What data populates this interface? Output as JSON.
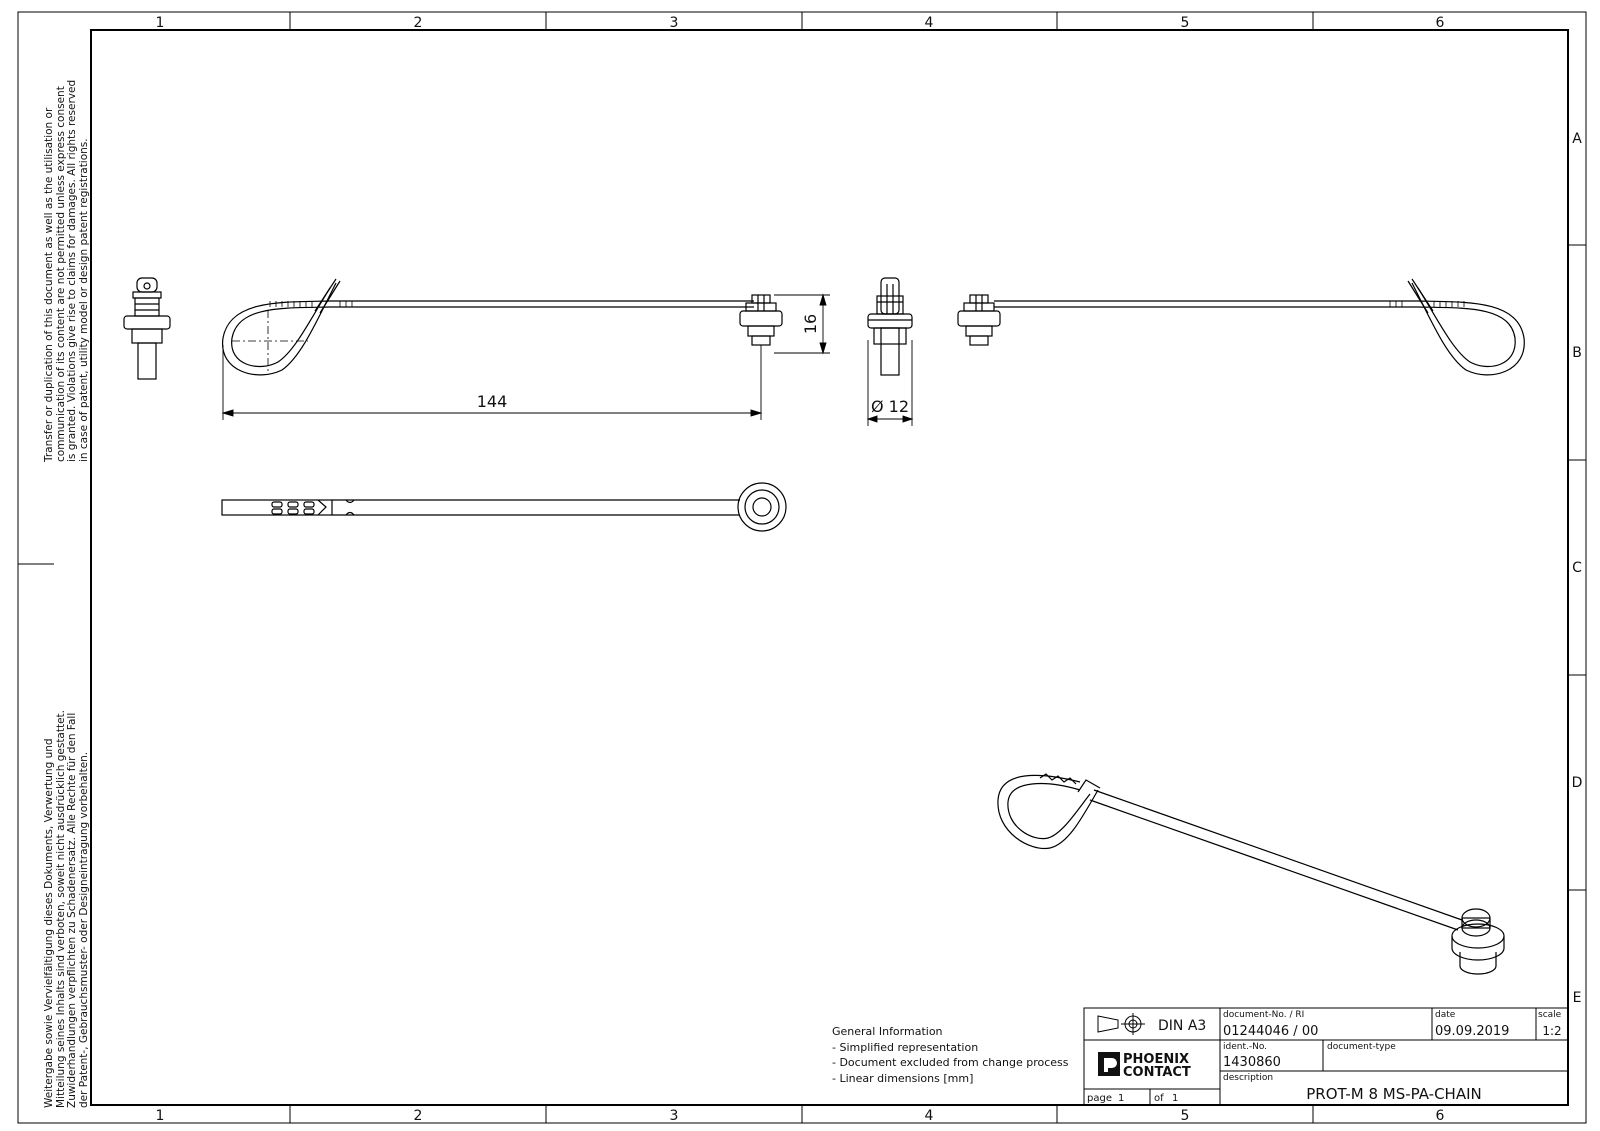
{
  "frame": {
    "columns": [
      "1",
      "2",
      "3",
      "4",
      "5",
      "6"
    ],
    "rows": [
      "A",
      "B",
      "C",
      "D",
      "E"
    ]
  },
  "side_notes": {
    "en": [
      "Transfer or duplication of this document as well as the utilisation or",
      "communication of its content are not permitted unless express consent",
      "is granted. Violations give rise to claims for damages. All rights reserved",
      "in case of patent, utility model or design patent registrations."
    ],
    "de": [
      "Weitergabe sowie Vervielfältigung dieses Dokuments, Verwertung und",
      "Mitteilung seines Inhalts sind verboten, soweit nicht ausdrücklich gestattet.",
      "Zuwiderhandlungen verpflichten zu Schadenersatz. Alle Rechte für den Fall",
      "der Patent-, Gebrauchsmuster- oder Designeintragung vorbehalten."
    ]
  },
  "dimensions": {
    "length": "144",
    "height": "16",
    "diameter": "Ø 12"
  },
  "general_info": {
    "title": "General Information",
    "items": [
      "- Simplified representation",
      "- Document excluded from change process",
      "- Linear dimensions [mm]"
    ]
  },
  "title_block": {
    "format": "DIN A3",
    "doc_no_label": "document-No. / RI",
    "doc_no": "01244046  / 00",
    "date_label": "date",
    "date": "09.09.2019",
    "scale_label": "scale",
    "scale": "1:2",
    "ident_label": "ident.-No.",
    "ident": "1430860",
    "doctype_label": "document-type",
    "doctype": "",
    "description_label": "description",
    "description": "PROT-M 8 MS-PA-CHAIN",
    "page_label": "page",
    "page": "1",
    "of_label": "of",
    "of": "1",
    "logo_line1": "PHOENIX",
    "logo_line2": "CONTACT"
  }
}
